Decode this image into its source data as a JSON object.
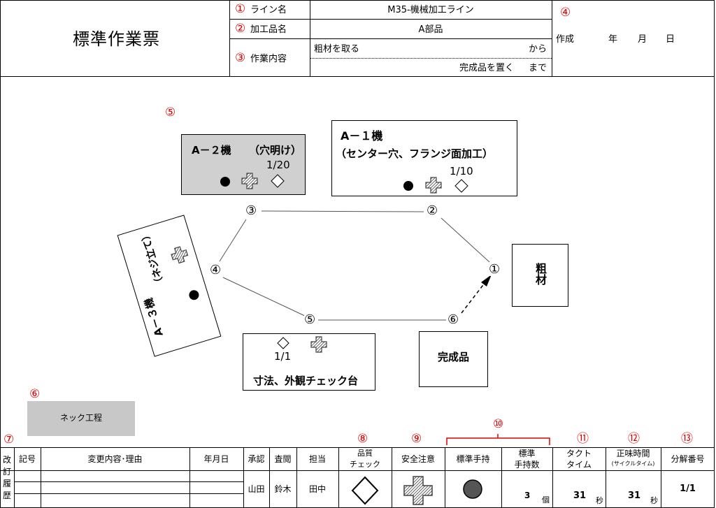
{
  "header": {
    "title": "標準作業票",
    "fields": [
      {
        "num": "①",
        "label": "ライン名",
        "value": "M35-機械加工ライン"
      },
      {
        "num": "②",
        "label": "加工品名",
        "value": "A部品"
      },
      {
        "num": "③",
        "label": "作業内容",
        "from_text": "粗材を取る",
        "from_suffix": "から",
        "to_text": "完成品を置く",
        "to_suffix": "まで"
      }
    ],
    "created": {
      "num": "④",
      "label": "作成",
      "year": "年",
      "month": "月",
      "day": "日"
    }
  },
  "diagram": {
    "section_num": "⑤",
    "machines": [
      {
        "id": "a2",
        "name": "A－２機",
        "process": "（穴明け）",
        "ratio": "1/20"
      },
      {
        "id": "a1",
        "name": "A－１機",
        "process": "（センター穴、フランジ面加工）",
        "ratio": "1/10"
      },
      {
        "id": "a3",
        "name": "A－３機",
        "process": "（ネジ立て）"
      }
    ],
    "inspection": {
      "label": "寸法、外観チェック台",
      "ratio": "1/1"
    },
    "raw_material": "粗材",
    "finished": "完成品",
    "steps": [
      "①",
      "②",
      "③",
      "④",
      "⑤",
      "⑥"
    ]
  },
  "bottleneck": {
    "num": "⑥",
    "label": "ネック工程"
  },
  "footer": {
    "revision_num": "⑦",
    "revision_side": "改訂履歴",
    "cols": {
      "mark": "記号",
      "change": "変更内容･理由",
      "date": "年月日",
      "approve": "承認",
      "check": "査閲",
      "charge": "担当"
    },
    "names": {
      "approve": "山田",
      "check": "鈴木",
      "charge": "田中"
    },
    "quality": {
      "num": "⑧",
      "label_line1": "品質",
      "label_line2": "チェック"
    },
    "safety": {
      "num": "⑨",
      "label": "安全注意"
    },
    "wip_num": "⑩",
    "wip": {
      "label": "標準手持"
    },
    "wip_count": {
      "label_line1": "標準",
      "label_line2": "手持数",
      "value": "3",
      "unit": "個"
    },
    "takt": {
      "num": "⑪",
      "label_line1": "タクト",
      "label_line2": "タイム",
      "value": "31",
      "unit": "秒"
    },
    "net": {
      "num": "⑫",
      "label_line1": "正味時間",
      "label_line2": "(サイクルタイム)",
      "value": "31",
      "unit": "秒"
    },
    "split": {
      "num": "⑬",
      "label": "分解番号",
      "value": "1/1"
    }
  }
}
